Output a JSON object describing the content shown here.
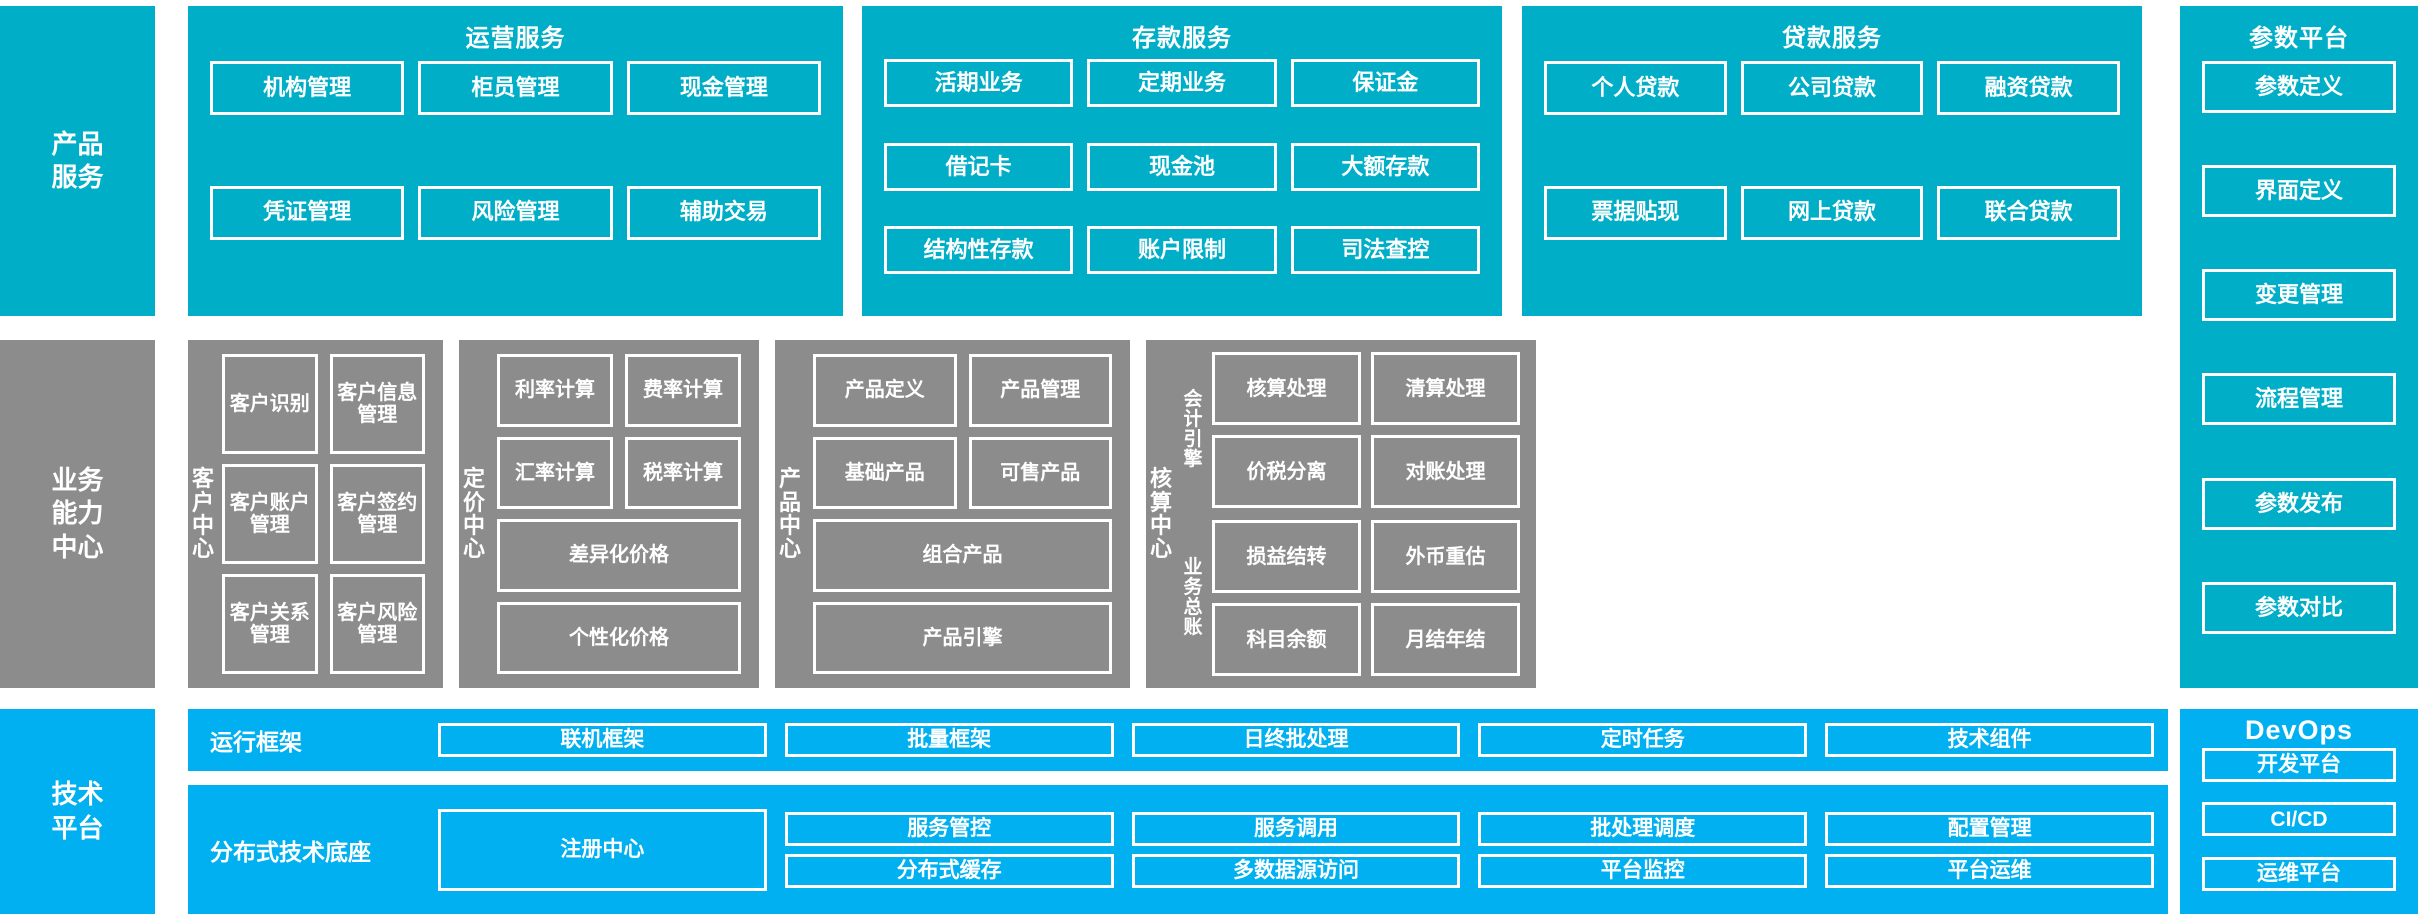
{
  "rows": {
    "product_services": {
      "rail_label": "产品\n服务",
      "groups": [
        {
          "title": "运营服务",
          "items": [
            "机构管理",
            "柜员管理",
            "现金管理",
            "凭证管理",
            "风险管理",
            "辅助交易"
          ]
        },
        {
          "title": "存款服务",
          "items": [
            "活期业务",
            "定期业务",
            "保证金",
            "借记卡",
            "现金池",
            "大额存款",
            "结构性存款",
            "账户限制",
            "司法查控"
          ]
        },
        {
          "title": "贷款服务",
          "items": [
            "个人贷款",
            "公司贷款",
            "融资贷款",
            "票据贴现",
            "网上贷款",
            "联合贷款"
          ]
        }
      ]
    },
    "business_capability": {
      "rail_label": "业务\n能力\n中心",
      "centers": [
        {
          "side_label": "客户中心",
          "rows": [
            [
              "客户识别",
              "客户信息管理"
            ],
            [
              "客户账户管理",
              "客户签约管理"
            ],
            [
              "客户关系管理",
              "客户风险管理"
            ]
          ]
        },
        {
          "side_label": "定价中心",
          "rows": [
            [
              "利率计算",
              "费率计算"
            ],
            [
              "汇率计算",
              "税率计算"
            ],
            [
              "差异化价格"
            ],
            [
              "个性化价格"
            ]
          ]
        },
        {
          "side_label": "产品中心",
          "rows": [
            [
              "产品定义",
              "产品管理"
            ],
            [
              "基础产品",
              "可售产品"
            ],
            [
              "组合产品"
            ],
            [
              "产品引擎"
            ]
          ]
        },
        {
          "side_label": "核算中心",
          "subgroups": [
            {
              "side_label": "会计引擎",
              "rows": [
                [
                  "核算处理",
                  "清算处理"
                ],
                [
                  "价税分离",
                  "对账处理"
                ]
              ]
            },
            {
              "side_label": "业务总账",
              "rows": [
                [
                  "损益结转",
                  "外币重估"
                ],
                [
                  "科目余额",
                  "月结年结"
                ]
              ]
            }
          ]
        }
      ]
    },
    "technology_platform": {
      "rail_label": "技术\n平台",
      "bands": [
        {
          "label": "运行框架",
          "items": [
            "联机框架",
            "批量框架",
            "日终批处理",
            "定时任务",
            "技术组件"
          ]
        },
        {
          "label": "分布式技术底座",
          "registry": "注册中心",
          "items_row1": [
            "服务管控",
            "服务调用",
            "批处理调度",
            "配置管理"
          ],
          "items_row2": [
            "分布式缓存",
            "多数据源访问",
            "平台监控",
            "平台运维"
          ]
        }
      ]
    }
  },
  "right_column": {
    "parameter_platform": {
      "title": "参数平台",
      "items": [
        "参数定义",
        "界面定义",
        "变更管理",
        "流程管理",
        "参数发布",
        "参数对比"
      ]
    },
    "devops": {
      "title": "DevOps",
      "items": [
        "开发平台",
        "CI/CD",
        "运维平台"
      ]
    }
  },
  "colors": {
    "teal": "#00AEC7",
    "gray": "#8C8C8C",
    "blue": "#00B0F0",
    "white": "#FFFFFF"
  }
}
